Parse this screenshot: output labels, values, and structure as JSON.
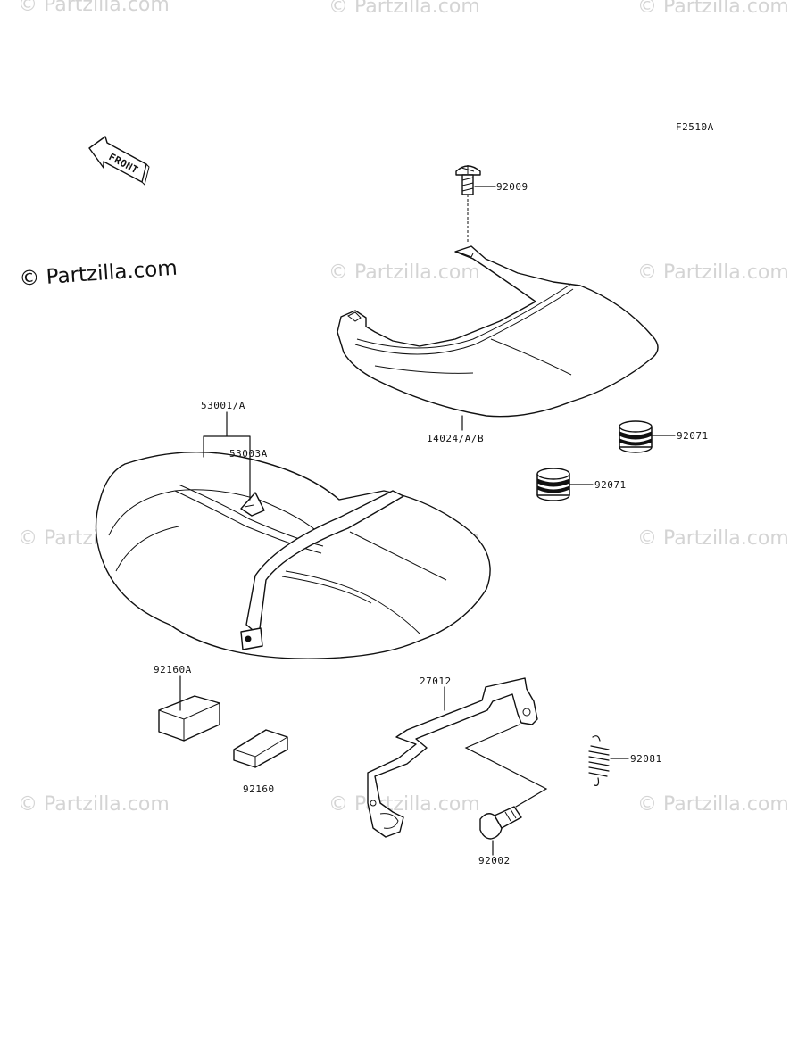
{
  "figure_code": "F2510A",
  "front_label": "FRONT",
  "watermark": "© Partzilla.com",
  "parts": {
    "p92009": "92009",
    "p14024": "14024/A/B",
    "p92071_a": "92071",
    "p92071_b": "92071",
    "p53001": "53001/A",
    "p53003": "53003A",
    "p92160A": "92160A",
    "p92160": "92160",
    "p27012": "27012",
    "p92081": "92081",
    "p92002": "92002"
  }
}
